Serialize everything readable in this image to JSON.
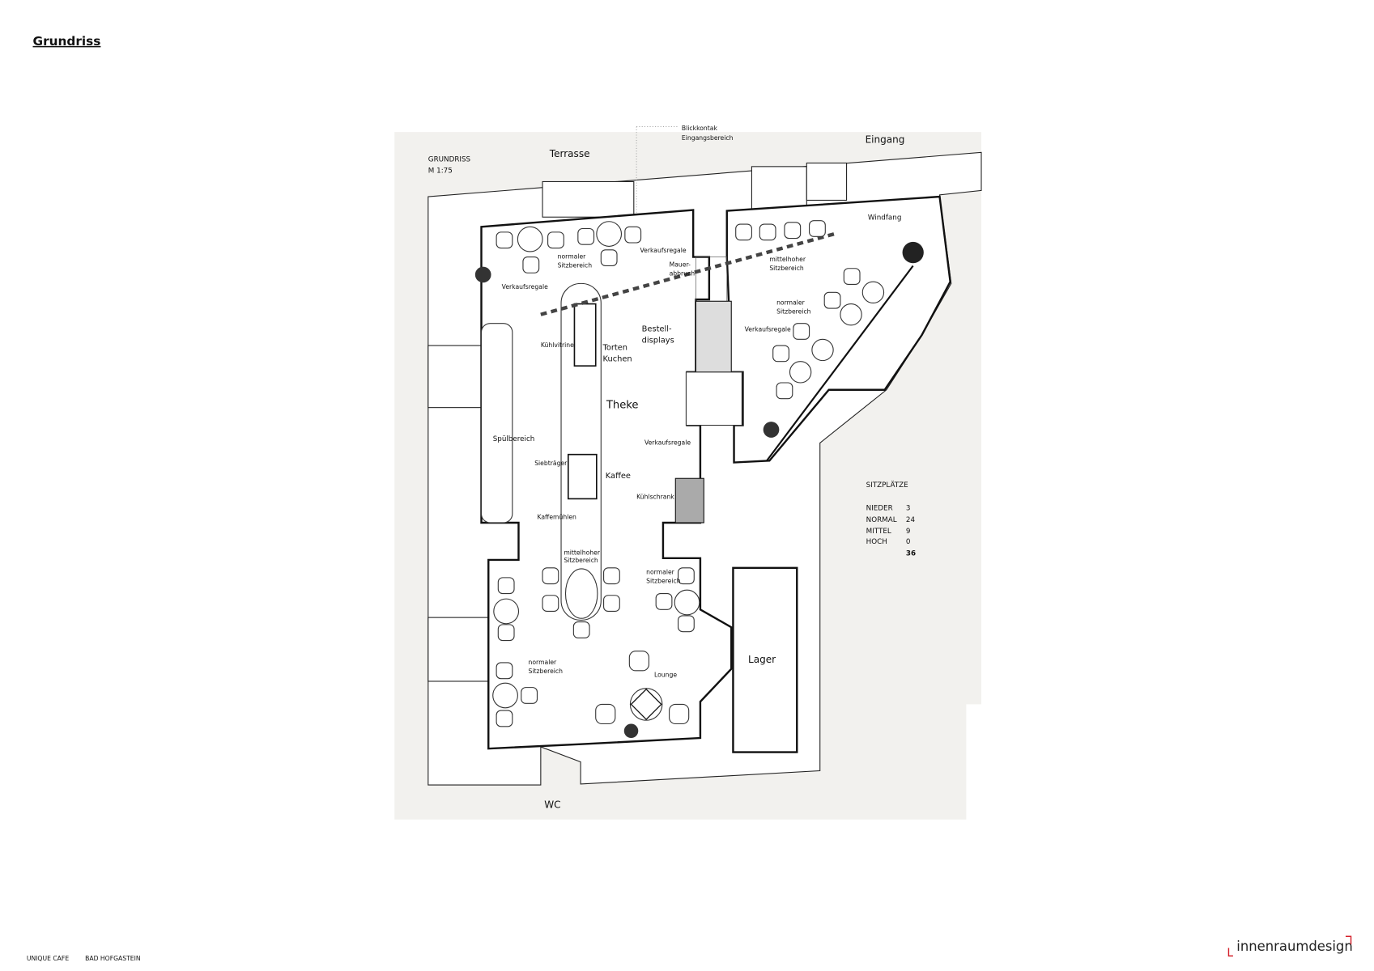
{
  "title": "Grundriss",
  "plan": {
    "heading": "GRUNDRISS",
    "scale": "M 1:75",
    "labels": {
      "terrasse": "Terrasse",
      "blick1": "Blickkontak",
      "blick2": "Eingangsbereich",
      "eingang": "Eingang",
      "windfang": "Windfang",
      "normal1a": "normaler",
      "normal1b": "Sitzbereich",
      "verkauf1": "Verkaufsregale",
      "verkauf2": "Verkaufsregale",
      "mauer1": "Mauer-",
      "mauer2": "abbruch",
      "mittelhoch1a": "mittelhoher",
      "mittelhoch1b": "Sitzbereich",
      "normal2a": "normaler",
      "normal2b": "Sitzbereich",
      "verkauf3": "Verkaufsregale",
      "bestell1": "Bestell-",
      "bestell2": "displays",
      "kuehlvitrine": "Kühlvitrine",
      "torten": "Torten",
      "kuchen": "Kuchen",
      "theke": "Theke",
      "spuel": "Spülbereich",
      "verkauf4": "Verkaufsregale",
      "siebtraeger": "Siebträger",
      "kaffee": "Kaffee",
      "kuehlschrank": "Kühlschrank",
      "kaffeemuehlen": "Kaffemühlen",
      "mittelhoch2a": "mittelhoher",
      "mittelhoch2b": "Sitzbereich",
      "normal3a": "normaler",
      "normal3b": "Sitzbereich",
      "normal4a": "normaler",
      "normal4b": "Sitzbereich",
      "lounge": "Lounge",
      "lager": "Lager",
      "wc": "WC"
    }
  },
  "seats": {
    "title": "SITZPLÄTZE",
    "rows": [
      {
        "label": "NIEDER",
        "value": "3"
      },
      {
        "label": "NORMAL",
        "value": "24"
      },
      {
        "label": "MITTEL",
        "value": "9"
      },
      {
        "label": "HOCH",
        "value": "0"
      }
    ],
    "total": "36"
  },
  "footer": {
    "project": "UNIQUE CAFE",
    "location": "BAD HOFGASTEIN",
    "logo": "innenraumdesign",
    "logo_accent": "#d4202a"
  }
}
